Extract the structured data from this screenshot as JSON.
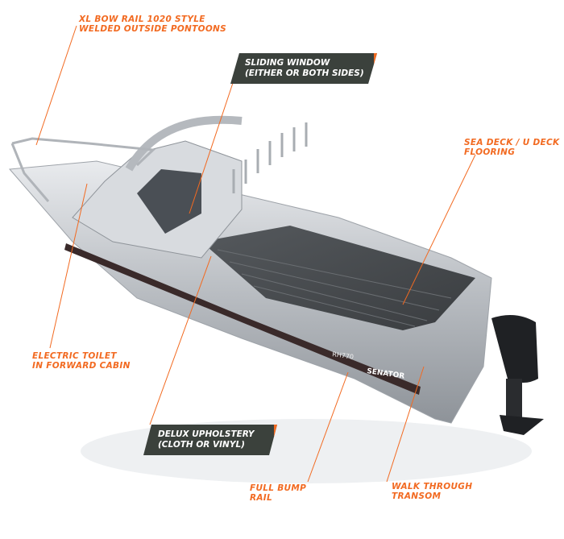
{
  "callouts": {
    "bow_rail": {
      "line1": "XL BOW RAIL 1020 STYLE",
      "line2": "WELDED OUTSIDE PONTOONS"
    },
    "sliding_window": {
      "line1": "SLIDING WINDOW",
      "line2": "(EITHER OR BOTH SIDES)"
    },
    "sea_deck": {
      "line1": "SEA DECK / U DECK",
      "line2": "FLOORING"
    },
    "electric_toilet": {
      "line1": "ELECTRIC TOILET",
      "line2": "IN FORWARD CABIN"
    },
    "upholstery": {
      "line1": "DELUX UPHOLSTERY",
      "line2": "(CLOTH OR VINYL)"
    },
    "bump_rail": {
      "line1": "FULL BUMP",
      "line2": "RAIL"
    },
    "transom": {
      "line1": "WALK THROUGH",
      "line2": "TRANSOM"
    }
  },
  "boat": {
    "brand": "SENATOR",
    "model": "RH770"
  },
  "colors": {
    "accent": "#f26a21",
    "box": "#3b413c",
    "hull": "#c9ccd0"
  }
}
